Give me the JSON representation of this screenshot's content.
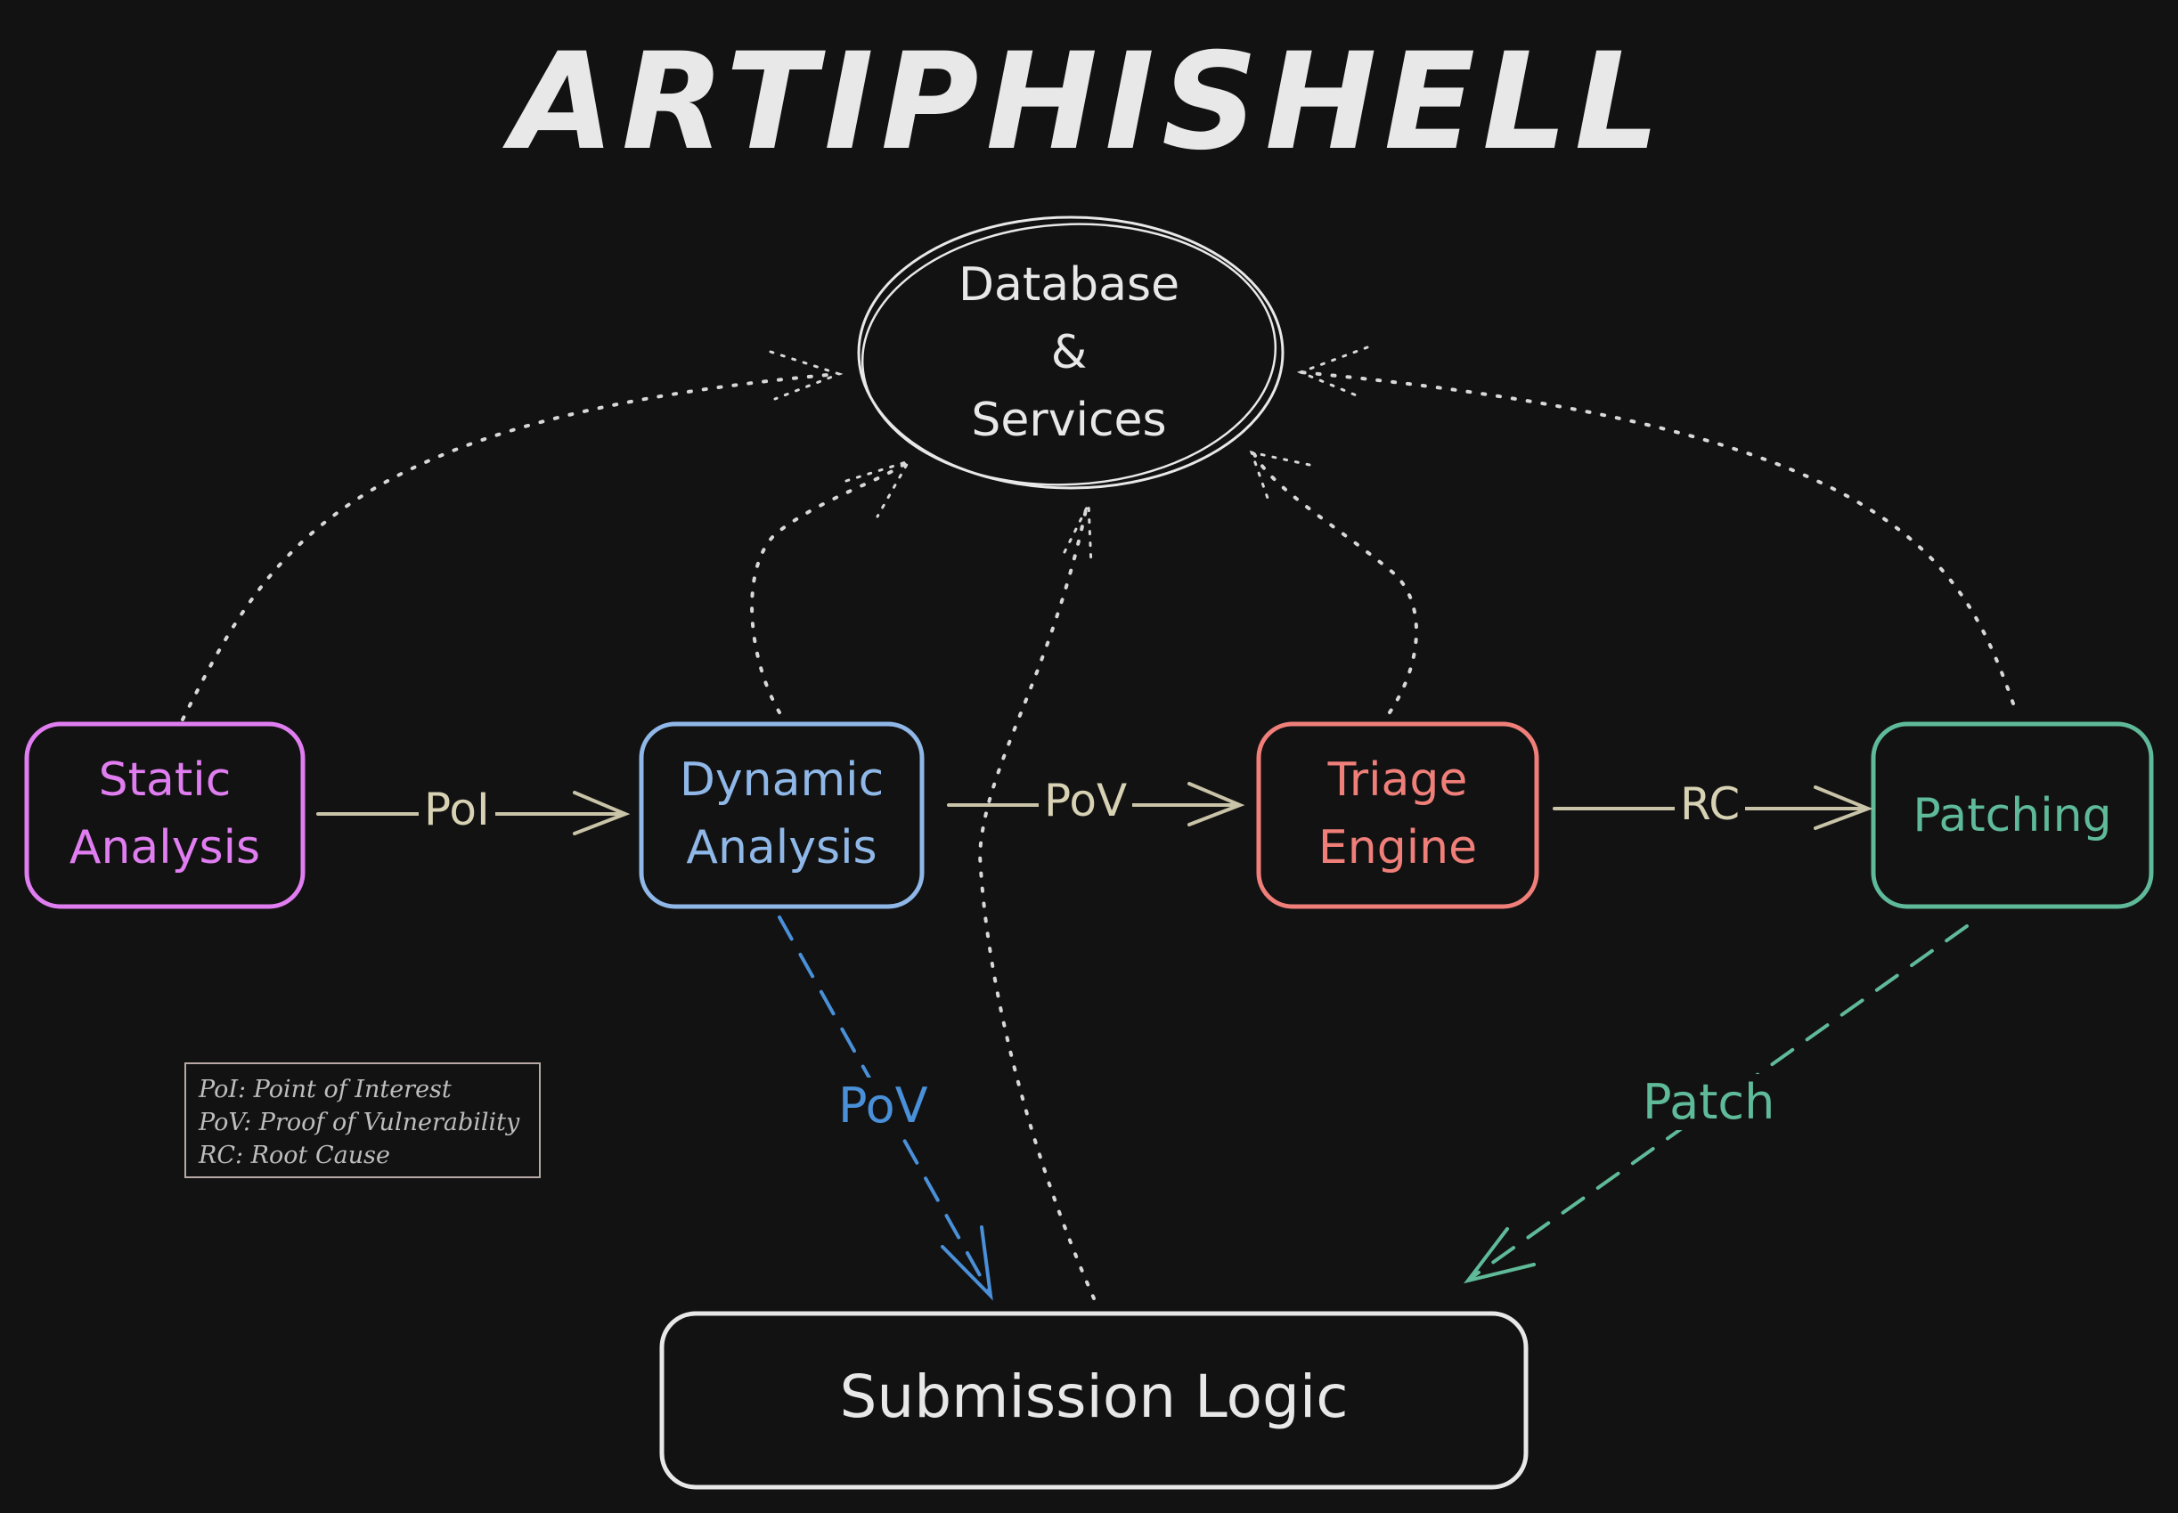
{
  "title": "ARTIPHISHELL",
  "colors": {
    "background": "#121212",
    "static": "#e07df0",
    "dynamic": "#8fb8e8",
    "triage": "#f07f7a",
    "patching": "#5fba9a",
    "neutral": "#e8e8e8",
    "edge_label": "#d8d2b4",
    "pov_blue": "#4a90d9"
  },
  "nodes": {
    "database": {
      "label": "Database\n&\nServices",
      "shape": "ellipse"
    },
    "static_analysis": {
      "label": "Static\nAnalysis",
      "shape": "rounded-rect"
    },
    "dynamic_analysis": {
      "label": "Dynamic\nAnalysis",
      "shape": "rounded-rect"
    },
    "triage_engine": {
      "label": "Triage\nEngine",
      "shape": "rounded-rect"
    },
    "patching": {
      "label": "Patching",
      "shape": "rounded-rect"
    },
    "submission_logic": {
      "label": "Submission Logic",
      "shape": "rounded-rect"
    }
  },
  "edges": [
    {
      "from": "static_analysis",
      "to": "dynamic_analysis",
      "label": "PoI",
      "style": "solid"
    },
    {
      "from": "dynamic_analysis",
      "to": "triage_engine",
      "label": "PoV",
      "style": "solid"
    },
    {
      "from": "triage_engine",
      "to": "patching",
      "label": "RC",
      "style": "solid"
    },
    {
      "from": "dynamic_analysis",
      "to": "submission_logic",
      "label": "PoV",
      "style": "dashed"
    },
    {
      "from": "patching",
      "to": "submission_logic",
      "label": "Patch",
      "style": "dashed"
    },
    {
      "from": "static_analysis",
      "to": "database",
      "label": "",
      "style": "dotted"
    },
    {
      "from": "dynamic_analysis",
      "to": "database",
      "label": "",
      "style": "dotted"
    },
    {
      "from": "submission_logic",
      "to": "database",
      "label": "",
      "style": "dotted"
    },
    {
      "from": "triage_engine",
      "to": "database",
      "label": "",
      "style": "dotted"
    },
    {
      "from": "patching",
      "to": "database",
      "label": "",
      "style": "dotted"
    }
  ],
  "legend": [
    "PoI: Point of Interest",
    "PoV: Proof of Vulnerability",
    "RC: Root Cause"
  ]
}
